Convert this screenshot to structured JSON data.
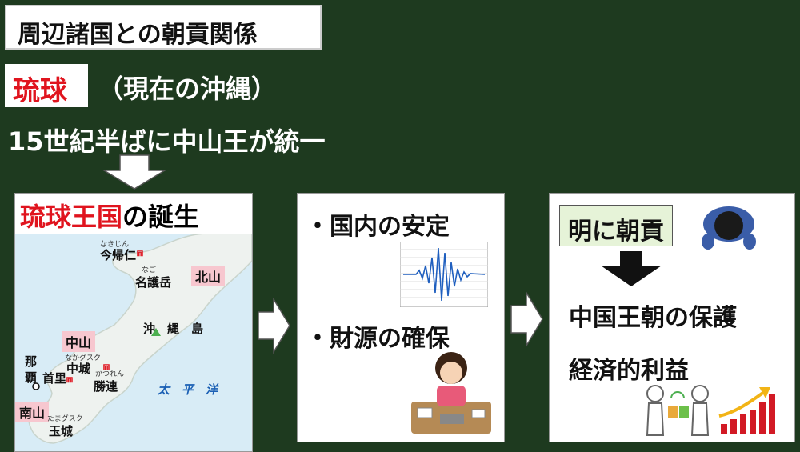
{
  "header": {
    "title": "周辺諸国との朝貢関係"
  },
  "ryukyu": {
    "name": "琉球",
    "note": "（現在の沖縄）",
    "unification": "15世紀半ばに中山王が統一"
  },
  "panel1": {
    "title_red": "琉球王国",
    "title_rest": "の誕生",
    "map": {
      "nakijin_ruby": "なきじん",
      "nakijin": "今帰仁",
      "nago_ruby": "なご",
      "nago": "名護岳",
      "hokuzan": "北山",
      "okinawa": "沖　縄　島",
      "chuzan": "中山",
      "nakagusuku_ruby": "なかグスク",
      "nakagusuku": "中城",
      "naha": "那\n覇",
      "shuri": "首里",
      "katsuren_ruby": "かつれん",
      "katsuren": "勝連",
      "taiheiyo": "太　平　洋",
      "nanzan": "南山",
      "tamagusuku_ruby": "たまグスク",
      "tamagusuku": "玉城"
    }
  },
  "panel2": {
    "bullet1": "・国内の安定",
    "bullet2": "・財源の確保"
  },
  "panel3": {
    "tribute": "明に朝貢",
    "result1": "中国王朝の保護",
    "result2": "経済的利益"
  },
  "colors": {
    "background": "#1e3a1f",
    "accent_red": "#e0141e",
    "tag_pink": "#f7c7cf",
    "ming_green": "#e6f3d8"
  }
}
